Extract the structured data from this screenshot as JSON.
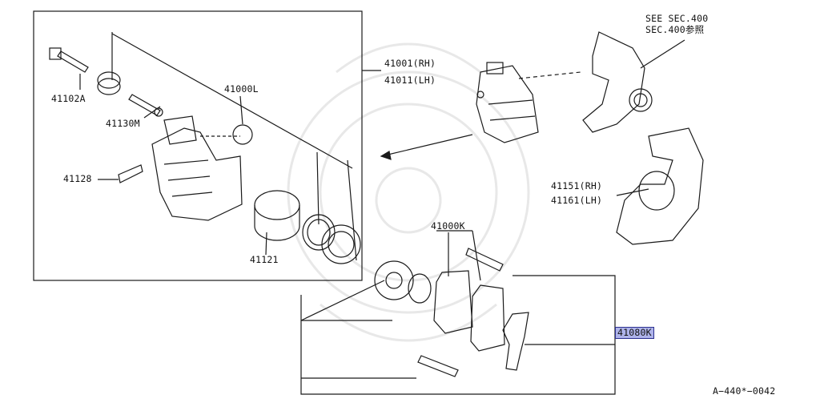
{
  "labels": {
    "see_sec_1": "SEE SEC.400",
    "see_sec_2": "SEC.400参照",
    "part_41001": "41001(RH)",
    "part_41011": "41011(LH)",
    "part_41102a": "41102A",
    "part_41000l": "41000L",
    "part_41130m": "41130M",
    "part_41128": "41128",
    "part_41121": "41121",
    "part_41151": "41151(RH)",
    "part_41161": "41161(LH)",
    "part_41000k": "41000K",
    "part_41080k": "41080K",
    "ref_code": "A−440*−0042"
  },
  "colors": {
    "line": "#1a1a1a",
    "highlight_fill": "#aeb3ea",
    "highlight_border": "#2b2f8f",
    "watermark": "#e6e6e6"
  }
}
